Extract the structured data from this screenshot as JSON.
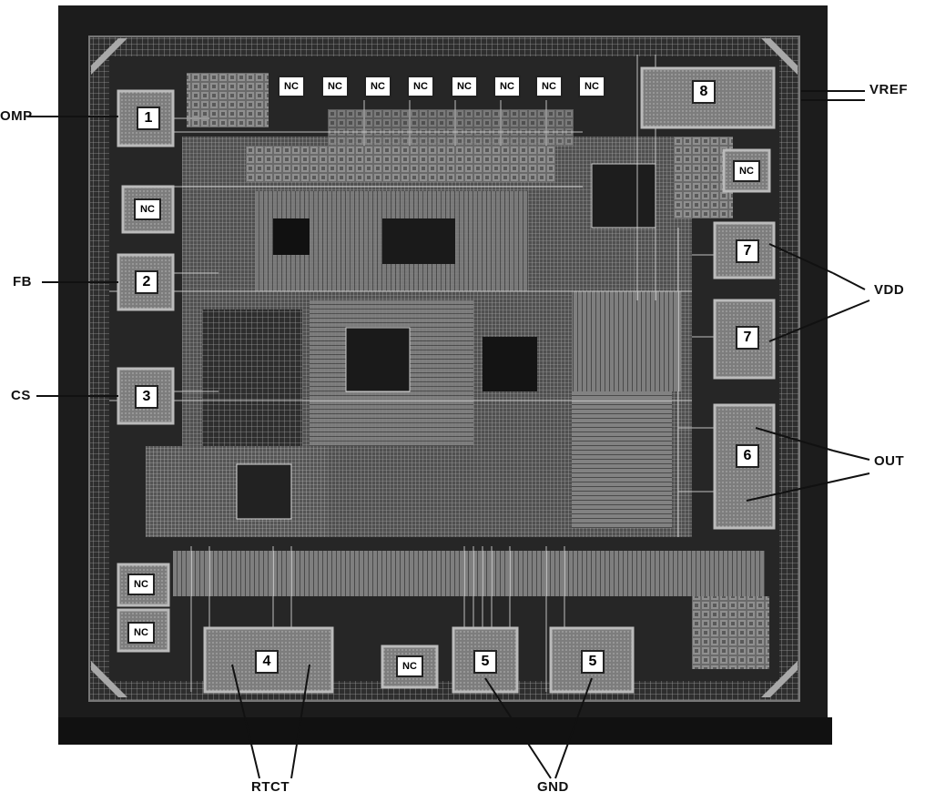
{
  "pin_labels": {
    "comp": "OMP",
    "fb": "FB",
    "cs": "CS",
    "vref": "VREF",
    "vdd": "VDD",
    "out": "OUT",
    "rtct": "RTCT",
    "gnd": "GND"
  },
  "pads": {
    "pad1": "1",
    "pad2": "2",
    "pad3": "3",
    "pad4": "4",
    "pad5a": "5",
    "pad5b": "5",
    "pad6": "6",
    "pad7a": "7",
    "pad7b": "7",
    "pad8": "8",
    "nc": "NC"
  },
  "colors": {
    "die_border": "#1a1a1a",
    "die_fill": "#3a3a3a",
    "pad_fill": "#8c8c8c",
    "wire": "#d8d8d8",
    "label_box": "#ffffff"
  }
}
